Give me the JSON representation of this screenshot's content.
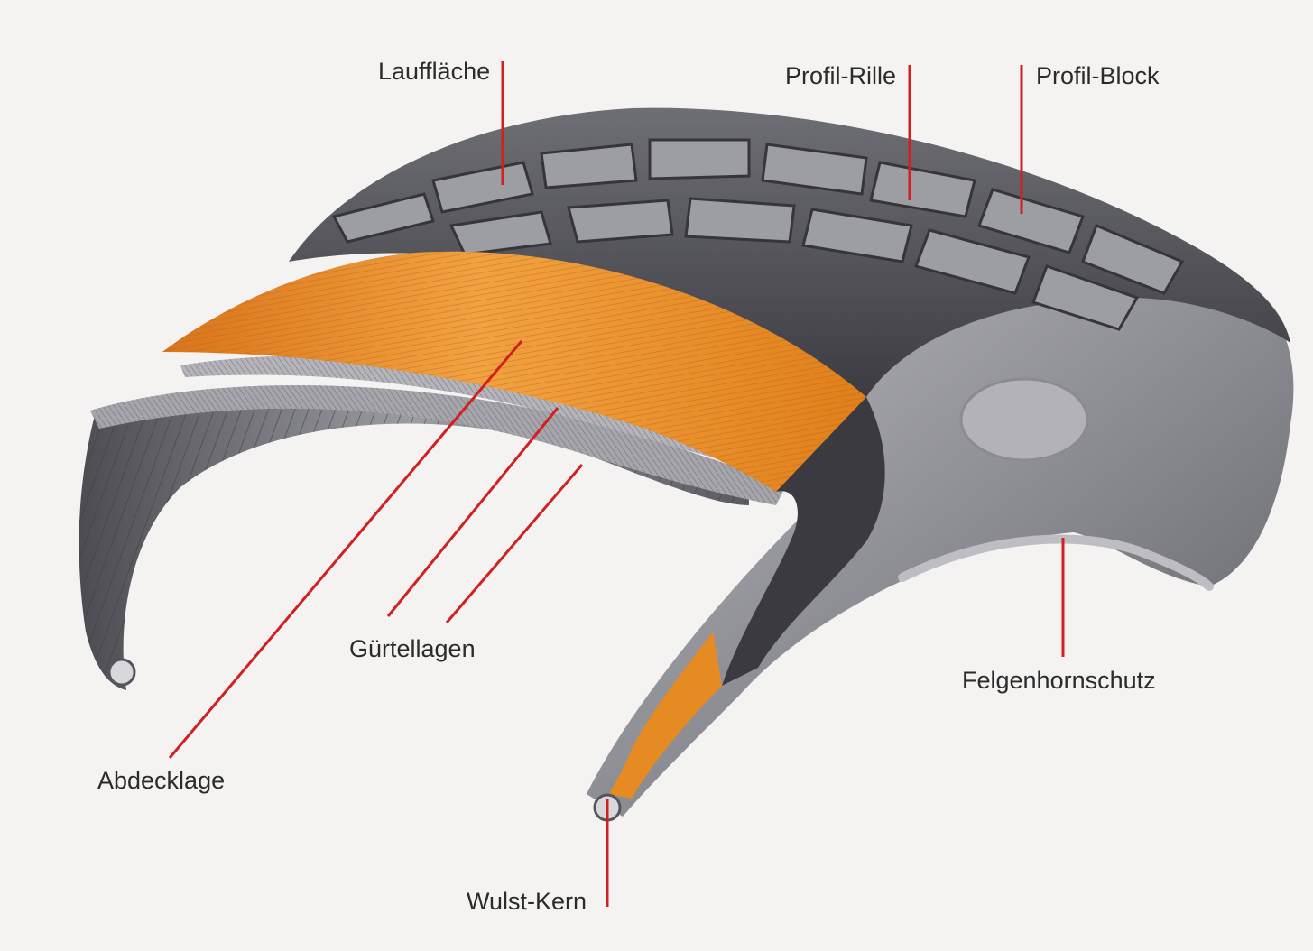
{
  "diagram": {
    "colors": {
      "leader_line": "#d21f1f",
      "rubber": "#8f8f95",
      "rubber_dark": "#4a4a50",
      "belt_orange": "#e88a1c",
      "steel_belt": "#9a9aa0",
      "label_text": "#2b2b2b",
      "background": "#f4f3f1"
    },
    "labels": {
      "lauffl": "Lauffläche",
      "profil_rille": "Profil-Rille",
      "profil_block": "Profil-Block",
      "guertellagen": "Gürtellagen",
      "felgenhornschutz": "Felgenhornschutz",
      "abdecklage": "Abdecklage",
      "wulst_kern": "Wulst-Kern"
    }
  }
}
